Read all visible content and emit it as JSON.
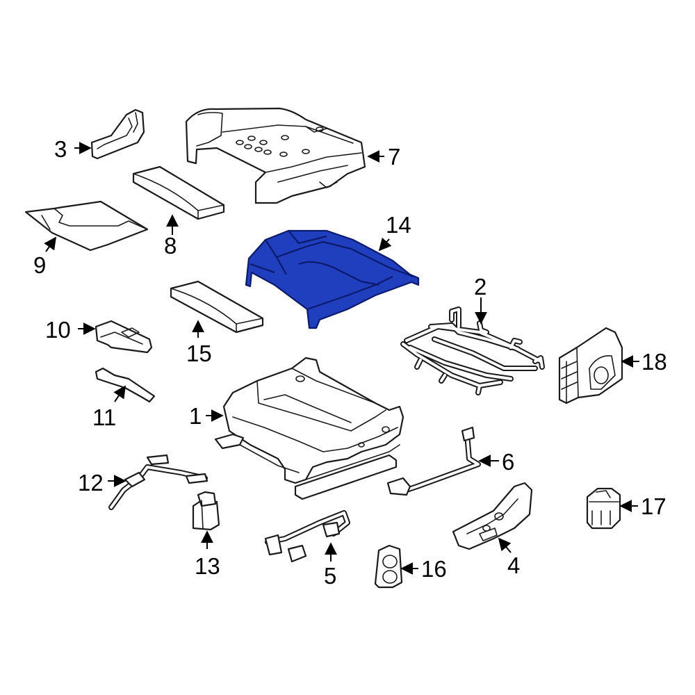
{
  "colors": {
    "highlight": "#1f3fbf",
    "highlight_dark": "#14289a",
    "line": "#1a1a1a",
    "background": "#ffffff"
  },
  "callouts": {
    "c1": "1",
    "c2": "2",
    "c3": "3",
    "c4": "4",
    "c5": "5",
    "c6": "6",
    "c7": "7",
    "c8": "8",
    "c9": "9",
    "c10": "10",
    "c11": "11",
    "c12": "12",
    "c13": "13",
    "c14": "14",
    "c15": "15",
    "c16": "16",
    "c17": "17",
    "c18": "18"
  },
  "highlighted_part": "14"
}
